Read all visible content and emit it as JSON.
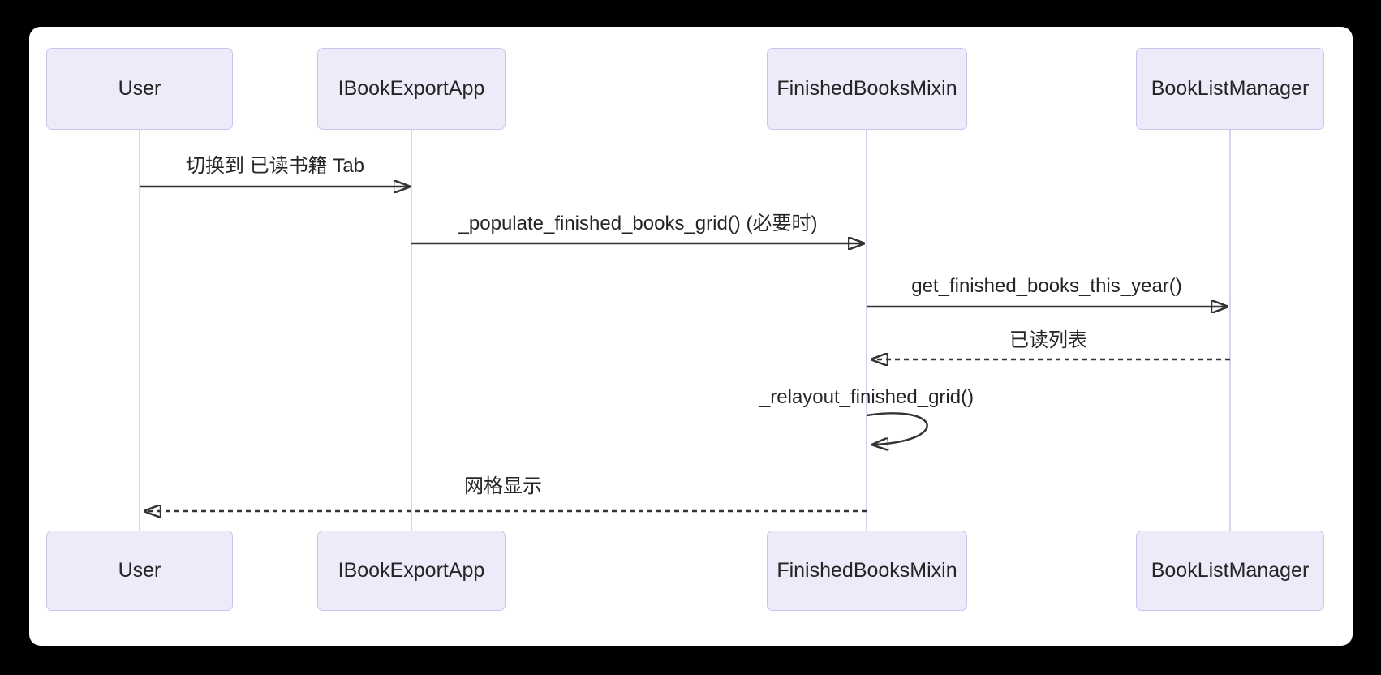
{
  "diagram": {
    "kind": "sequence-diagram",
    "participants": [
      {
        "id": "user",
        "label": "User"
      },
      {
        "id": "ibook-export-app",
        "label": "IBookExportApp"
      },
      {
        "id": "finished-books-mixin",
        "label": "FinishedBooksMixin"
      },
      {
        "id": "book-list-manager",
        "label": "BookListManager"
      }
    ],
    "messages": [
      {
        "from": "User",
        "to": "IBookExportApp",
        "label": "切换到 已读书籍 Tab",
        "arrow": "solid"
      },
      {
        "from": "IBookExportApp",
        "to": "FinishedBooksMixin",
        "label": "_populate_finished_books_grid() (必要时)",
        "arrow": "solid"
      },
      {
        "from": "FinishedBooksMixin",
        "to": "BookListManager",
        "label": "get_finished_books_this_year()",
        "arrow": "solid"
      },
      {
        "from": "BookListManager",
        "to": "FinishedBooksMixin",
        "label": "已读列表",
        "arrow": "dashed"
      },
      {
        "from": "FinishedBooksMixin",
        "to": "FinishedBooksMixin",
        "label": "_relayout_finished_grid()",
        "arrow": "self"
      },
      {
        "from": "FinishedBooksMixin",
        "to": "User",
        "label": "网格显示",
        "arrow": "dashed"
      }
    ],
    "colors": {
      "canvas_bg": "#000000",
      "panel_bg": "#ffffff",
      "actor_fill": "#ECEBF9",
      "actor_border": "#CBC4EA",
      "lifeline": "#D8D2F0",
      "arrow": "#333333",
      "label_text": "#252525"
    }
  }
}
